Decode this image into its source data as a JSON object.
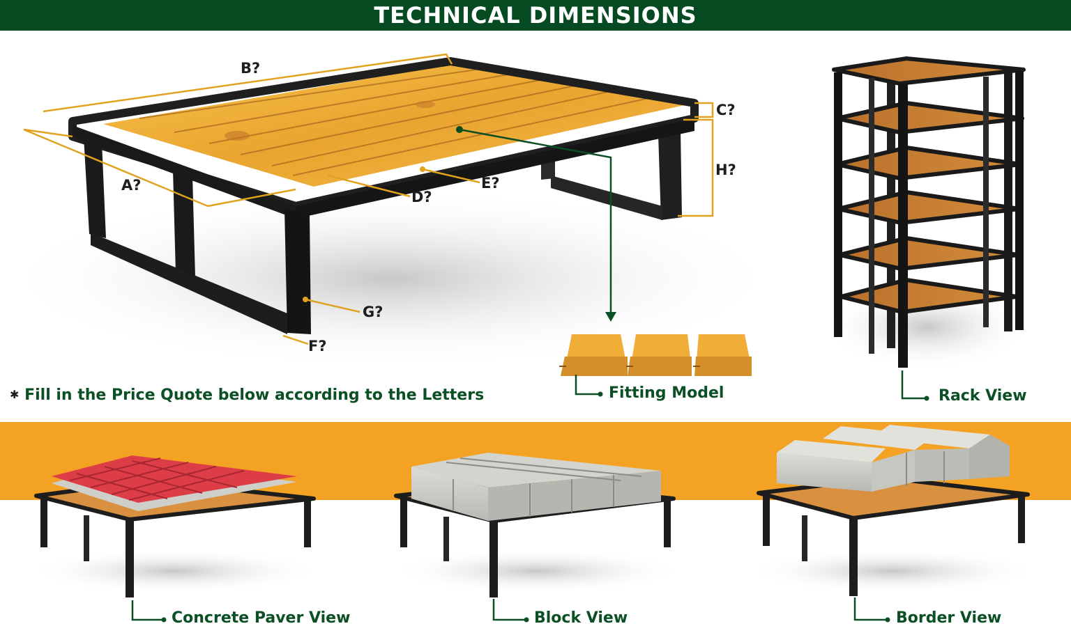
{
  "header": {
    "title": "TECHNICAL DIMENSIONS"
  },
  "dimensions": {
    "a": "A?",
    "b": "B?",
    "c": "C?",
    "d": "D?",
    "e": "E?",
    "f": "F?",
    "g": "G?",
    "h": "H?"
  },
  "note": {
    "bullet": "✱",
    "text": "Fill in the Price Quote below according to the Letters"
  },
  "captions": {
    "fitting": "Fitting Model",
    "rack": "Rack View",
    "paver": "Concrete Paver View",
    "block": "Block View",
    "border": "Border View"
  },
  "colors": {
    "banner": "#064a22",
    "accent_band": "#f4a223",
    "dimension_line": "#e0a21f",
    "caption_text": "#0b4f25",
    "frame": "#1d1d1d",
    "wood": "#eaa42e",
    "paver_red": "#dd3d46",
    "concrete": "#cfcfca"
  }
}
